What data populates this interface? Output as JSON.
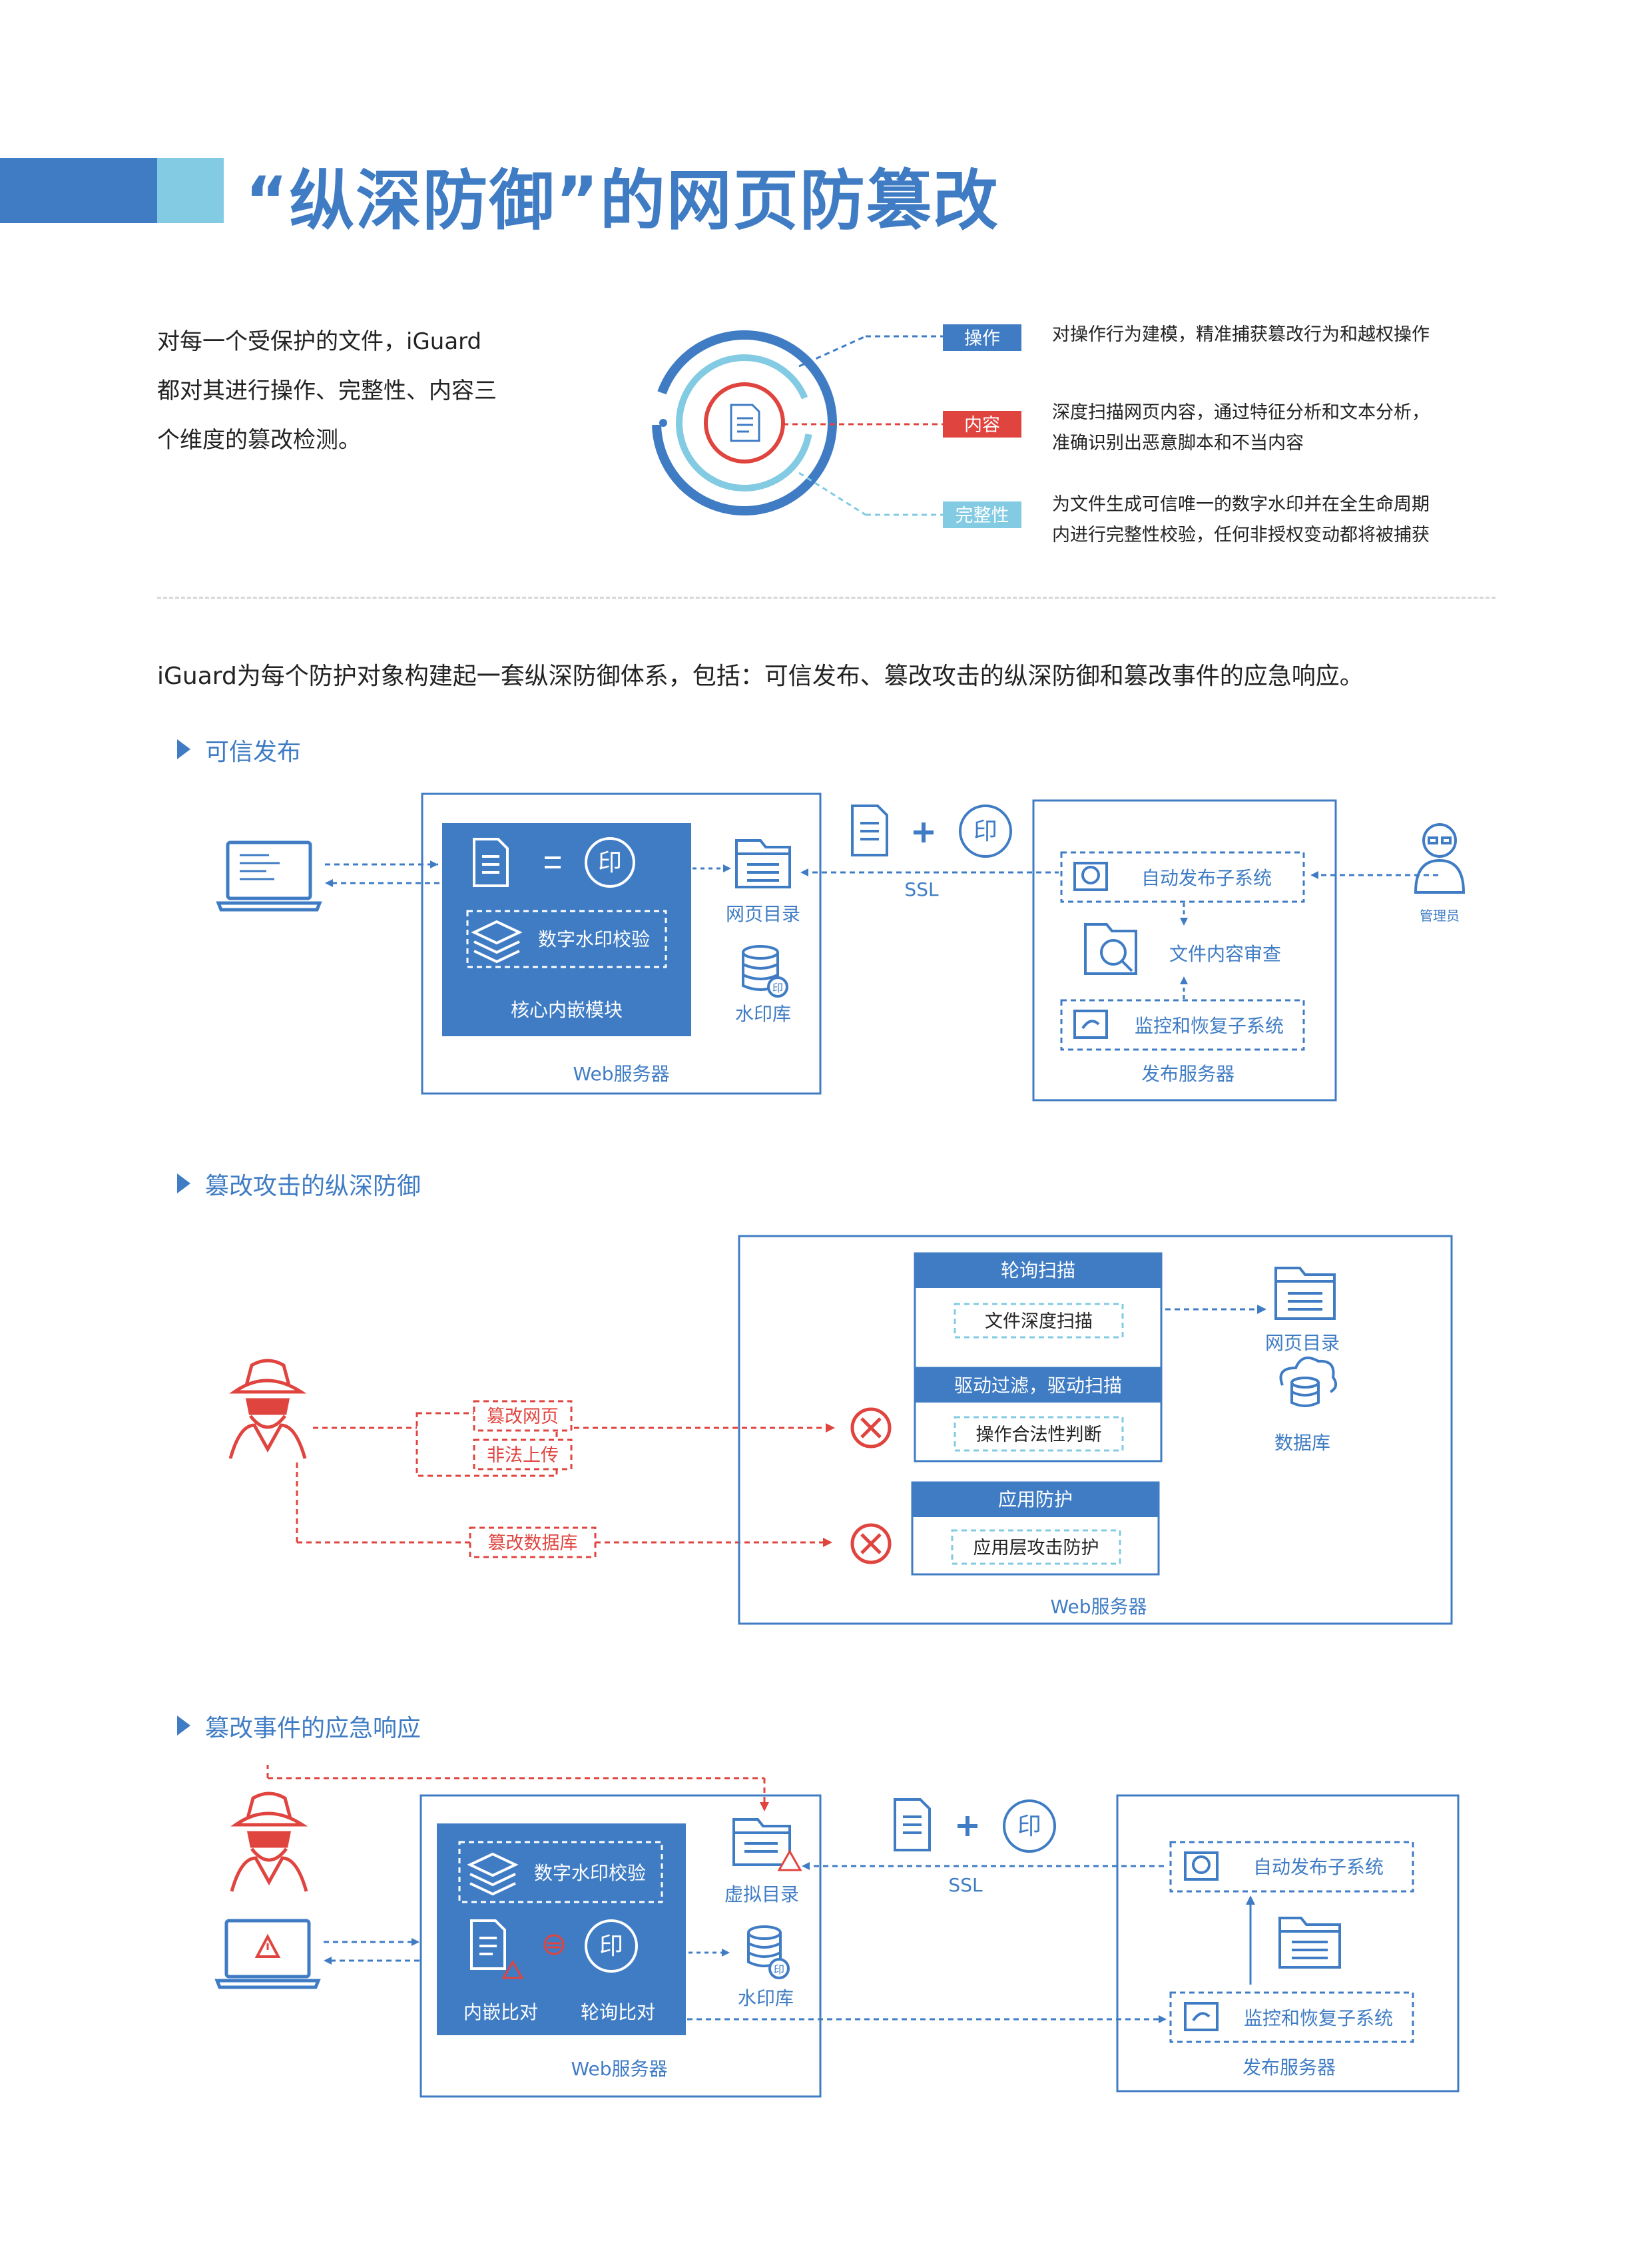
{
  "title": "“纵深防御”的网页防篡改",
  "intro": [
    "对每一个受保护的文件，iGuard",
    "都对其进行操作、完整性、内容三",
    "个维度的篡改检测。"
  ],
  "dimensions": {
    "operation": {
      "tag": "操作",
      "desc": "对操作行为建模，精准捕获篡改行为和越权操作"
    },
    "content": {
      "tag": "内容",
      "desc": [
        "深度扫描网页内容，通过特征分析和文本分析，",
        "准确识别出恶意脚本和不当内容"
      ]
    },
    "integrity": {
      "tag": "完整性",
      "desc": [
        "为文件生成可信唯一的数字水印并在全生命周期",
        "内进行完整性校验，任何非授权变动都将被捕获"
      ]
    }
  },
  "lead": "iGuard为每个防护对象构建起一套纵深防御体系，包括：可信发布、篡改攻击的纵深防御和篡改事件的应急响应。",
  "sections": {
    "trusted_publish": {
      "heading": "可信发布",
      "web_server": "Web服务器",
      "core_module": "核心内嵌模块",
      "watermark_check": "数字水印校验",
      "stamp": "印",
      "web_dir": "网页目录",
      "watermark_db": "水印库",
      "ssl": "SSL",
      "auto_publish": "自动发布子系统",
      "content_review": "文件内容审查",
      "monitor_restore": "监控和恢复子系统",
      "publish_server": "发布服务器",
      "admin": "管理员"
    },
    "defense": {
      "heading": "篡改攻击的纵深防御",
      "tamper_page": "篡改网页",
      "illegal_upload": "非法上传",
      "tamper_db": "篡改数据库",
      "polling_scan": "轮询扫描",
      "deep_scan": "文件深度扫描",
      "driver_filter": "驱动过滤，驱动扫描",
      "legality": "操作合法性判断",
      "app_protect": "应用防护",
      "app_layer": "应用层攻击防护",
      "web_dir": "网页目录",
      "database": "数据库",
      "web_server": "Web服务器"
    },
    "response": {
      "heading": "篡改事件的应急响应",
      "watermark_check": "数字水印校验",
      "stamp": "印",
      "embedded_compare": "内嵌比对",
      "polling_compare": "轮询比对",
      "virtual_dir": "虚拟目录",
      "watermark_db": "水印库",
      "ssl": "SSL",
      "web_server": "Web服务器",
      "auto_publish": "自动发布子系统",
      "monitor_restore": "监控和恢复子系统",
      "publish_server": "发布服务器"
    }
  },
  "colors": {
    "accent": "#3f7cc4",
    "light_blue": "#82cbe3",
    "red": "#e0443f",
    "module_blue": "#3f7cc4"
  }
}
